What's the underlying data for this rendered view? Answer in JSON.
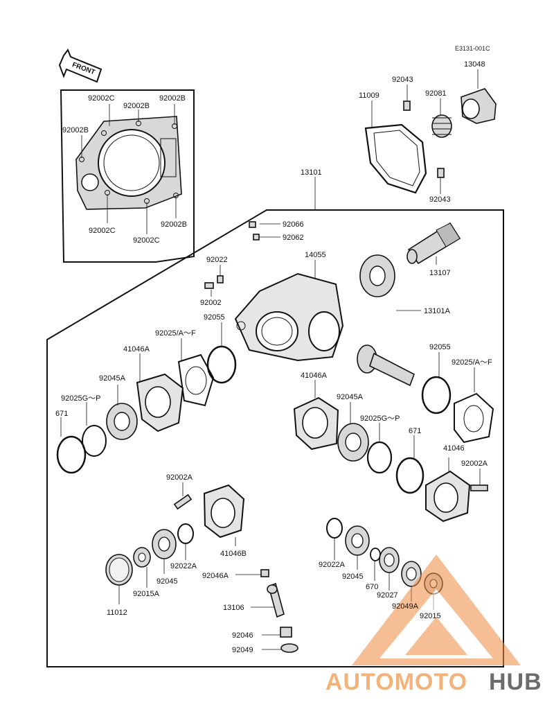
{
  "diagram": {
    "ref_code": "E3131-001C",
    "front_label": "FRONT",
    "watermark": {
      "part1": "AUTOMOTO",
      "part2": "HUB",
      "color_light": "#f08a40",
      "color_dark": "#555555"
    },
    "labels": {
      "p92002C_a": "92002C",
      "p92002B_a": "92002B",
      "p92002B_b": "92002B",
      "p92002B_c": "92002B",
      "p92002C_b": "92002C",
      "p92002C_c": "92002C",
      "p92002B_d": "92002B",
      "p11009": "11009",
      "p92043_a": "92043",
      "p13048": "13048",
      "p92081": "92081",
      "p92043_b": "92043",
      "p13101": "13101",
      "p92066": "92066",
      "p92062": "92062",
      "p14055": "14055",
      "p13107": "13107",
      "p92022": "92022",
      "p92002": "92002",
      "p13101A": "13101A",
      "p92055_a": "92055",
      "p92025AF_a": "92025/A～F",
      "p41046A_a": "41046A",
      "p92045A_a": "92045A",
      "p92025GP_a": "92025G～P",
      "p671_a": "671",
      "p92055_b": "92055",
      "p92025AF_b": "92025/A～F",
      "p41046A_b": "41046A",
      "p92045A_b": "92045A",
      "p92025GP_b": "92025G～P",
      "p671_b": "671",
      "p41046": "41046",
      "p92002A_a": "92002A",
      "p92002A_b": "92002A",
      "p41046B": "41046B",
      "p92022A_a": "92022A",
      "p92045_a": "92045",
      "p92015A": "92015A",
      "p11012": "11012",
      "p92046A": "92046A",
      "p13106": "13106",
      "p92046": "92046",
      "p92049": "92049",
      "p92022A_b": "92022A",
      "p92045_b": "92045",
      "p670": "670",
      "p92027": "92027",
      "p92049A": "92049A",
      "p92015": "92015"
    }
  }
}
